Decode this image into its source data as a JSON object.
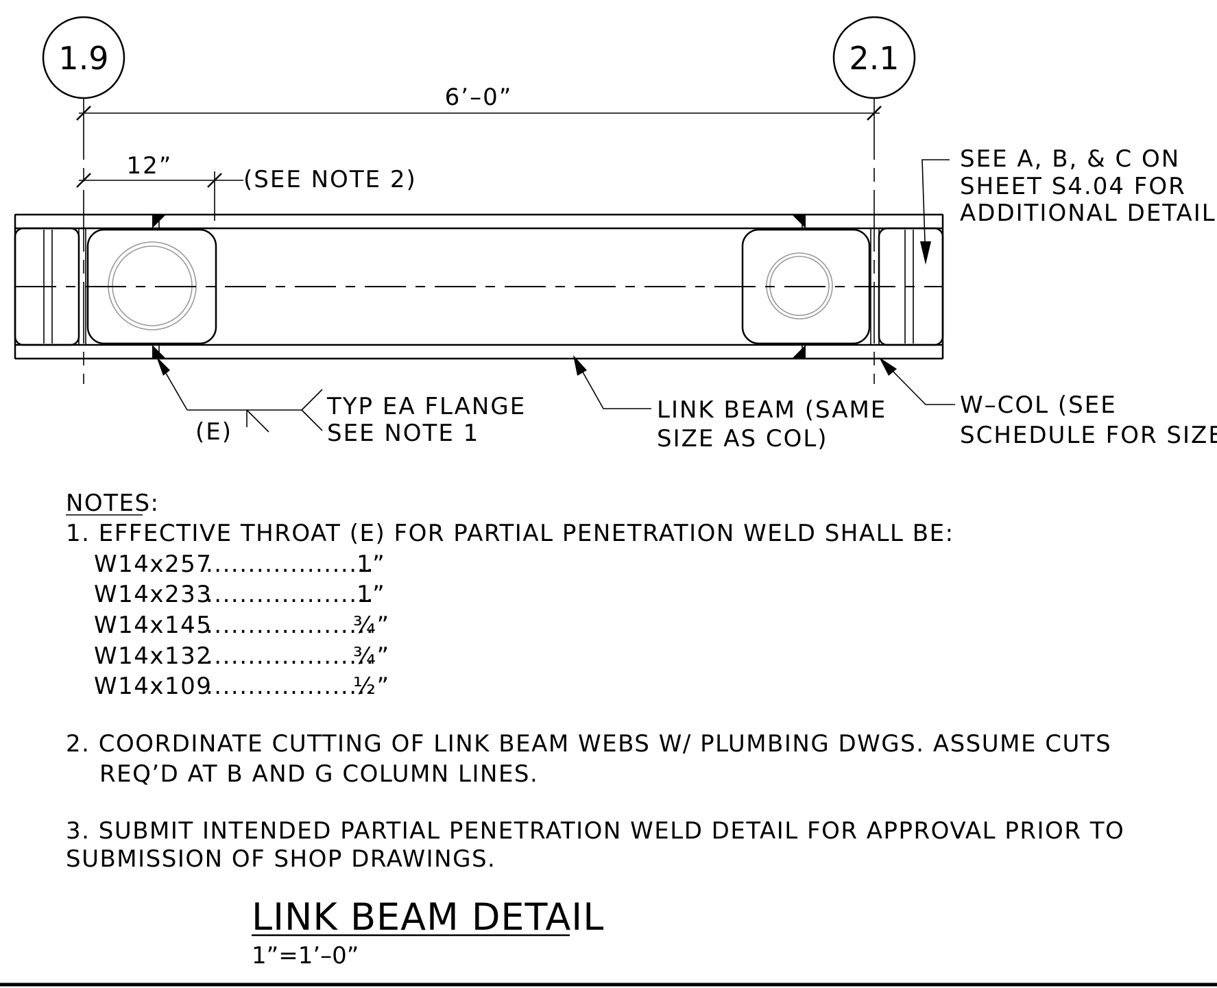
{
  "grid_lines": {
    "left": "1.9",
    "right": "2.1"
  },
  "dimensions": {
    "overall": "6’–0”",
    "end": "12”"
  },
  "callouts": {
    "see_note_2": "(SEE NOTE 2)",
    "see_abc": [
      "SEE A, B, & C ON",
      "SHEET S4.04 FOR",
      "ADDITIONAL DETAILS"
    ],
    "weld_throat": "(E)",
    "weld_note": [
      "TYP EA FLANGE",
      "SEE NOTE 1"
    ],
    "link_beam": [
      "LINK BEAM (SAME",
      "SIZE AS COL)"
    ],
    "w_col": [
      "W–COL (SEE",
      "SCHEDULE FOR SIZE)"
    ]
  },
  "notes": {
    "heading": "NOTES:",
    "note1": "1. EFFECTIVE THROAT (E) FOR PARTIAL PENETRATION WELD SHALL BE:",
    "throat_table": [
      {
        "section": "W14x257",
        "dots": "....................",
        "value": "1”"
      },
      {
        "section": "W14x233",
        "dots": "....................",
        "value": "1”"
      },
      {
        "section": "W14x145",
        "dots": "....................",
        "value": "¾”"
      },
      {
        "section": "W14x132",
        "dots": "....................",
        "value": "¾”"
      },
      {
        "section": "W14x109",
        "dots": "....................",
        "value": "½”"
      }
    ],
    "note2": [
      "2. COORDINATE CUTTING OF LINK BEAM WEBS W/ PLUMBING DWGS. ASSUME CUTS",
      "REQ’D AT B AND G COLUMN LINES."
    ],
    "note3": [
      "3. SUBMIT INTENDED PARTIAL PENETRATION WELD DETAIL FOR APPROVAL PRIOR TO",
      "SUBMISSION OF SHOP DRAWINGS."
    ]
  },
  "title": {
    "text": "LINK BEAM DETAIL",
    "scale": "1”=1’–0”"
  }
}
